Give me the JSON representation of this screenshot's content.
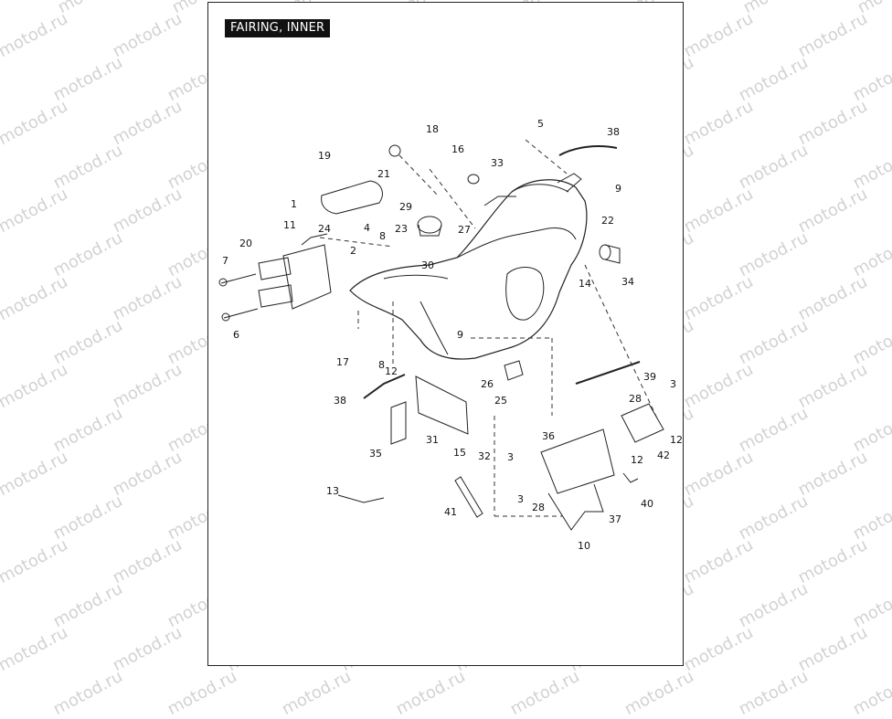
{
  "title": "FAIRING, INNER",
  "watermark_text": "motod.ru",
  "callouts": {
    "c1": "1",
    "c2": "2",
    "c3a": "3",
    "c3b": "3",
    "c3c": "3",
    "c4": "4",
    "c5": "5",
    "c6": "6",
    "c7": "7",
    "c8a": "8",
    "c8b": "8",
    "c9a": "9",
    "c9b": "9",
    "c10": "10",
    "c11": "11",
    "c12a": "12",
    "c12b": "12",
    "c12c": "12",
    "c13": "13",
    "c14": "14",
    "c15": "15",
    "c16": "16",
    "c17": "17",
    "c18": "18",
    "c19": "19",
    "c20": "20",
    "c21": "21",
    "c22": "22",
    "c23": "23",
    "c24": "24",
    "c25": "25",
    "c26": "26",
    "c27": "27",
    "c28a": "28",
    "c28b": "28",
    "c29": "29",
    "c30": "30",
    "c31": "31",
    "c32": "32",
    "c33": "33",
    "c34": "34",
    "c35": "35",
    "c36": "36",
    "c37": "37",
    "c38a": "38",
    "c38b": "38",
    "c39": "39",
    "c40": "40",
    "c41": "41",
    "c42": "42"
  }
}
